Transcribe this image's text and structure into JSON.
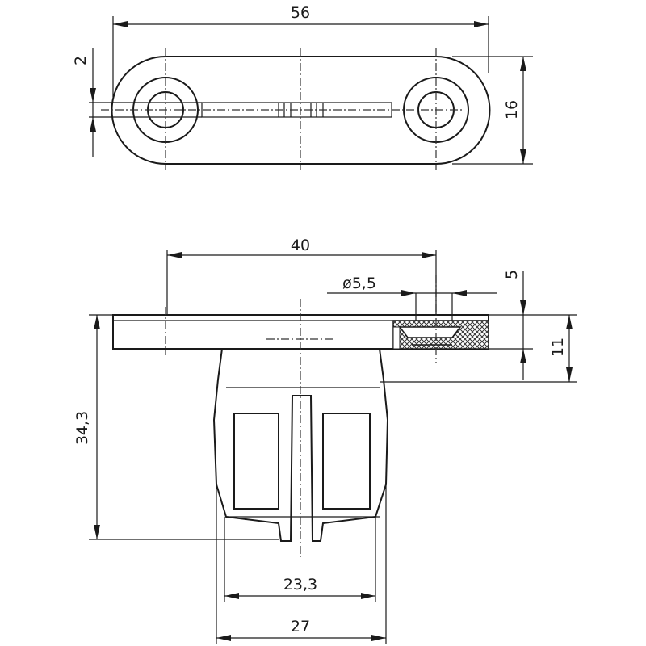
{
  "drawing": {
    "top_view": {
      "dimensions": {
        "overall_length": "56",
        "slot_width": "2",
        "width": "16"
      }
    },
    "side_view": {
      "dimensions": {
        "hole_spacing": "40",
        "hole_diameter": "ø5,5",
        "plate_thickness": "5",
        "head_height": "11",
        "overall_height": "34,3",
        "inner_width": "23,3",
        "outer_width": "27"
      }
    }
  }
}
